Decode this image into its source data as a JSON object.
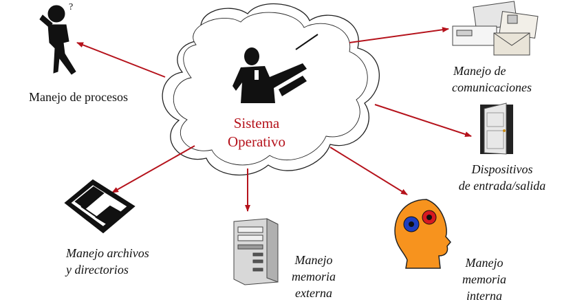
{
  "center": {
    "line1": "Sistema",
    "line2": "Operativo",
    "icon": "conductor-icon"
  },
  "nodes": {
    "procesos": {
      "label": "Manejo de procesos",
      "icon": "thinking-person-icon"
    },
    "comunicaciones": {
      "line1": "Manejo  de",
      "line2": "comunicaciones",
      "icon": "envelopes-icon"
    },
    "dispositivos": {
      "line1": "Dispositivos",
      "line2": "de entrada/salida",
      "icon": "door-icon"
    },
    "archivos": {
      "line1": "Manejo archivos",
      "line2": "y directorios",
      "icon": "floppy-disk-icon"
    },
    "memoria_externa": {
      "line1": "Manejo",
      "line2": "memoria",
      "line3": "externa",
      "icon": "computer-tower-icon"
    },
    "memoria_interna": {
      "line1": "Manejo",
      "line2": "memoria",
      "line3": "interna",
      "icon": "head-gears-icon"
    }
  },
  "colors": {
    "arrow": "#b5121b",
    "center_text": "#b5121b",
    "head": "#f7931e",
    "gear_blue": "#1f3fbf",
    "gear_red": "#d71920"
  }
}
